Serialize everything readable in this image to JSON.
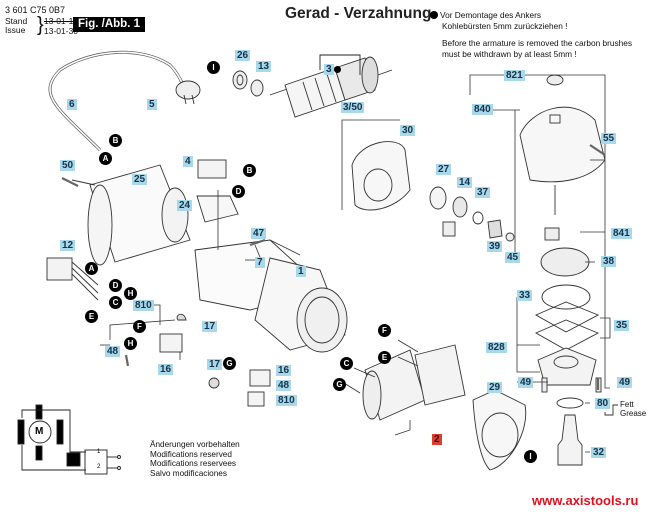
{
  "header": {
    "doc_number": "3 601 C75 0B7",
    "stand_label": "Stand",
    "issue_label": "Issue",
    "stand_date_struck": "13-01-17",
    "issue_date": "13-01-30",
    "figure_label": "Fig. /Abb. 1",
    "title": "Gerad - Verzahnung"
  },
  "note": {
    "de_line1": "Vor Demontage des Ankers",
    "de_line2": "Kohlebürsten 5mm zurückziehen !",
    "en_line1": "Before the armature is removed the carbon brushes",
    "en_line2": "must be withdrawn by at least 5mm !"
  },
  "part_labels": [
    {
      "id": "26"
    },
    {
      "id": "13"
    },
    {
      "id": "3"
    },
    {
      "id": "3/50"
    },
    {
      "id": "6"
    },
    {
      "id": "5"
    },
    {
      "id": "50"
    },
    {
      "id": "25"
    },
    {
      "id": "4"
    },
    {
      "id": "24"
    },
    {
      "id": "47"
    },
    {
      "id": "7"
    },
    {
      "id": "1"
    },
    {
      "id": "12"
    },
    {
      "id": "810"
    },
    {
      "id": "17"
    },
    {
      "id": "48"
    },
    {
      "id": "16"
    },
    {
      "id": "30"
    },
    {
      "id": "27"
    },
    {
      "id": "14"
    },
    {
      "id": "37"
    },
    {
      "id": "39"
    },
    {
      "id": "45"
    },
    {
      "id": "821"
    },
    {
      "id": "840"
    },
    {
      "id": "55"
    },
    {
      "id": "841"
    },
    {
      "id": "38"
    },
    {
      "id": "33"
    },
    {
      "id": "35"
    },
    {
      "id": "828"
    },
    {
      "id": "49"
    },
    {
      "id": "80"
    },
    {
      "id": "32"
    },
    {
      "id": "29"
    },
    {
      "id": "2"
    }
  ],
  "labels": {
    "l26": "26",
    "l13": "13",
    "l3": "3",
    "l3_50": "3/50",
    "l6": "6",
    "l5": "5",
    "l50": "50",
    "l25": "25",
    "l4": "4",
    "l24": "24",
    "l47": "47",
    "l7": "7",
    "l1": "1",
    "l12": "12",
    "l810": "810",
    "l17": "17",
    "l48": "48",
    "l16": "16",
    "l30": "30",
    "l27": "27",
    "l14": "14",
    "l37": "37",
    "l39": "39",
    "l45": "45",
    "l821": "821",
    "l840": "840",
    "l55": "55",
    "l841": "841",
    "l38": "38",
    "l33": "33",
    "l35": "35",
    "l828": "828",
    "l49": "49",
    "l80": "80",
    "l32": "32",
    "l29": "29",
    "l2": "2"
  },
  "connectors": {
    "A": "A",
    "B": "B",
    "C": "C",
    "D": "D",
    "E": "E",
    "F": "F",
    "G": "G",
    "H": "H",
    "I": "I"
  },
  "motor_symbol": "M",
  "schematic_switch": {
    "pos1": "1",
    "pos2": "2"
  },
  "grease": {
    "de": "Fett",
    "en": "Grease"
  },
  "modifications": [
    "Änderungen vorbehalten",
    "Modifications reserved",
    "Modifications reservees",
    "Salvo modificaciones"
  ],
  "website": "www.axistools.ru",
  "colors": {
    "label_bg": "#a9d8ea",
    "highlight_label_bg": "#d94030",
    "website": "#e01020"
  }
}
